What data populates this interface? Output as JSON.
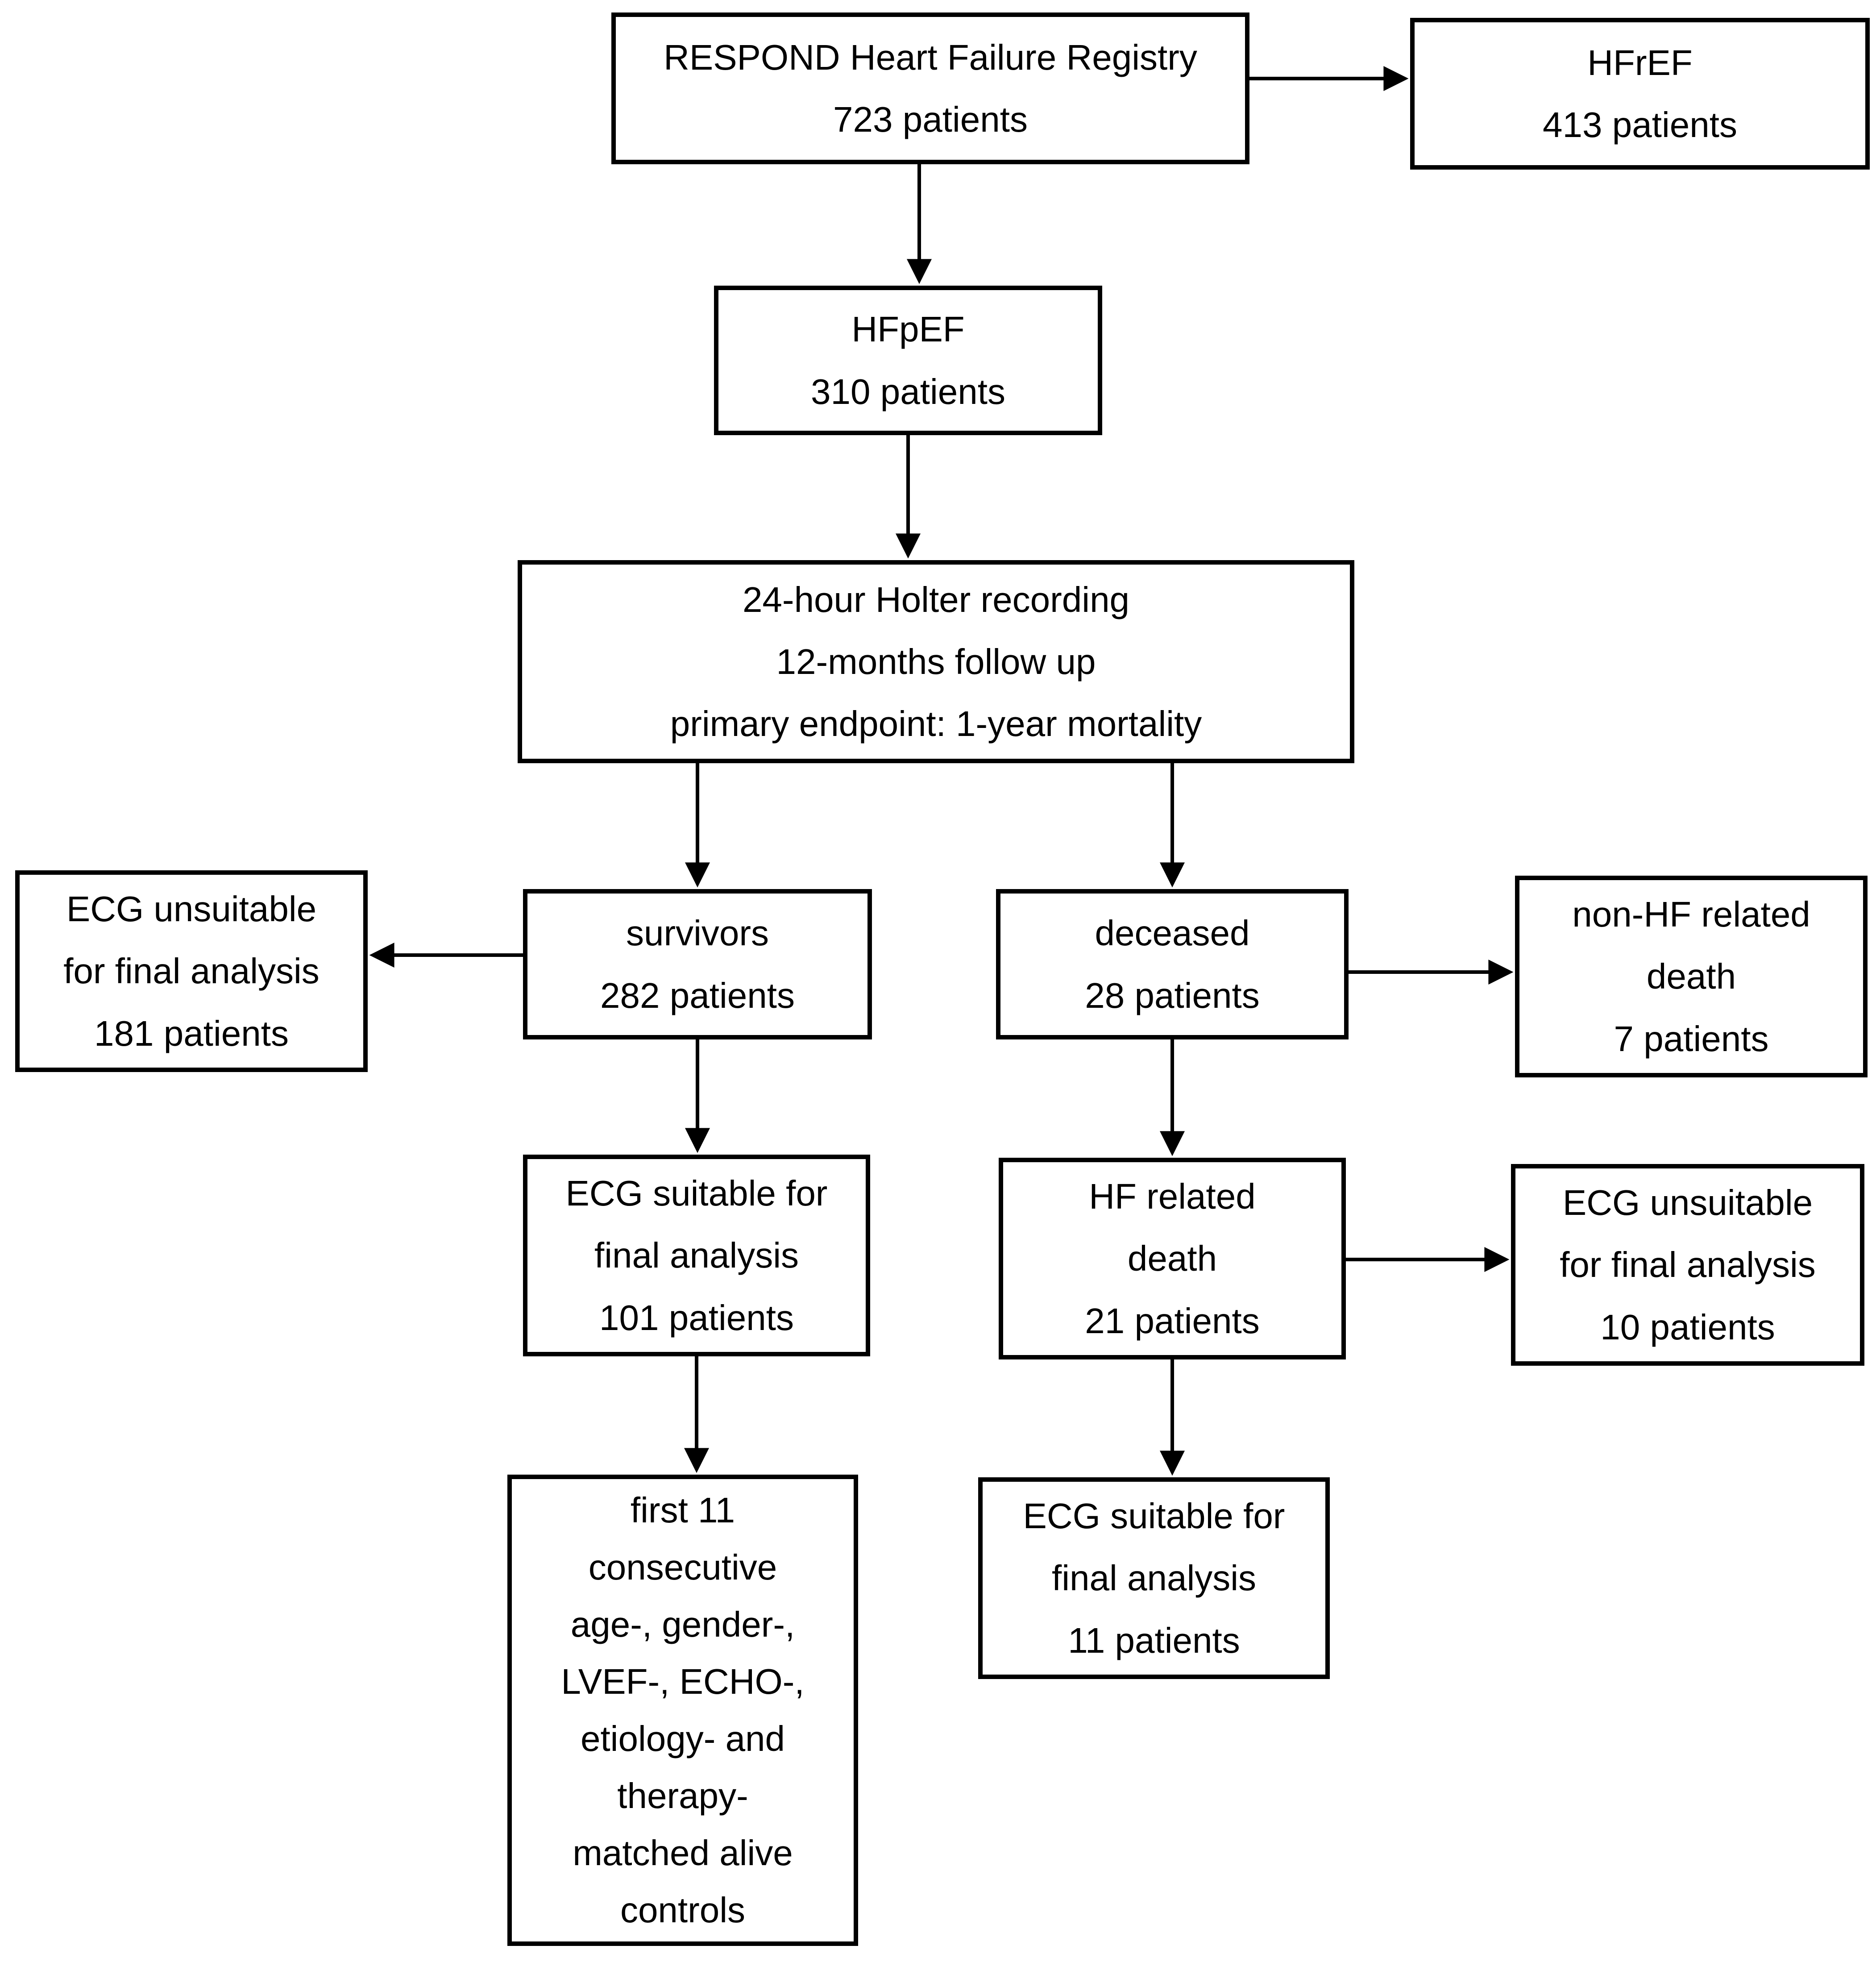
{
  "diagram": {
    "type": "flowchart",
    "colors": {
      "background": "#ffffff",
      "box_border": "#000000",
      "text": "#000000",
      "arrow": "#000000"
    },
    "nodes": {
      "respond": {
        "lines": [
          "RESPOND Heart Failure Registry",
          "723 patients"
        ]
      },
      "hfref": {
        "lines": [
          "HFrEF",
          "413 patients"
        ]
      },
      "hfpef": {
        "lines": [
          "HFpEF",
          "310 patients"
        ]
      },
      "holter": {
        "lines": [
          "24-hour Holter recording",
          "12-months follow up",
          "primary endpoint: 1-year mortality"
        ]
      },
      "survivors": {
        "lines": [
          "survivors",
          "282 patients"
        ]
      },
      "deceased": {
        "lines": [
          "deceased",
          "28 patients"
        ]
      },
      "ecg_unsuitable_181": {
        "lines": [
          "ECG unsuitable",
          "for final analysis",
          "181 patients"
        ]
      },
      "non_hf_death": {
        "lines": [
          "non-HF related",
          "death",
          "7 patients"
        ]
      },
      "ecg_suitable_101": {
        "lines": [
          "ECG suitable for",
          "final analysis",
          "101 patients"
        ]
      },
      "hf_death": {
        "lines": [
          "HF related",
          "death",
          "21 patients"
        ]
      },
      "ecg_unsuitable_10": {
        "lines": [
          "ECG unsuitable",
          "for final analysis",
          "10 patients"
        ]
      },
      "ecg_suitable_11": {
        "lines": [
          "ECG suitable for",
          "final analysis",
          "11 patients"
        ]
      },
      "controls": {
        "lines": [
          "first 11",
          "consecutive",
          "age-, gender-,",
          "LVEF-, ECHO-,",
          "etiology- and",
          "therapy-",
          "matched alive",
          "controls"
        ]
      }
    },
    "edges": [
      {
        "from": "respond",
        "to": "hfref"
      },
      {
        "from": "respond",
        "to": "hfpef"
      },
      {
        "from": "hfpef",
        "to": "holter"
      },
      {
        "from": "holter",
        "to": "survivors"
      },
      {
        "from": "holter",
        "to": "deceased"
      },
      {
        "from": "survivors",
        "to": "ecg_unsuitable_181"
      },
      {
        "from": "deceased",
        "to": "non_hf_death"
      },
      {
        "from": "survivors",
        "to": "ecg_suitable_101"
      },
      {
        "from": "deceased",
        "to": "hf_death"
      },
      {
        "from": "hf_death",
        "to": "ecg_unsuitable_10"
      },
      {
        "from": "ecg_suitable_101",
        "to": "controls"
      },
      {
        "from": "hf_death",
        "to": "ecg_suitable_11"
      }
    ]
  }
}
